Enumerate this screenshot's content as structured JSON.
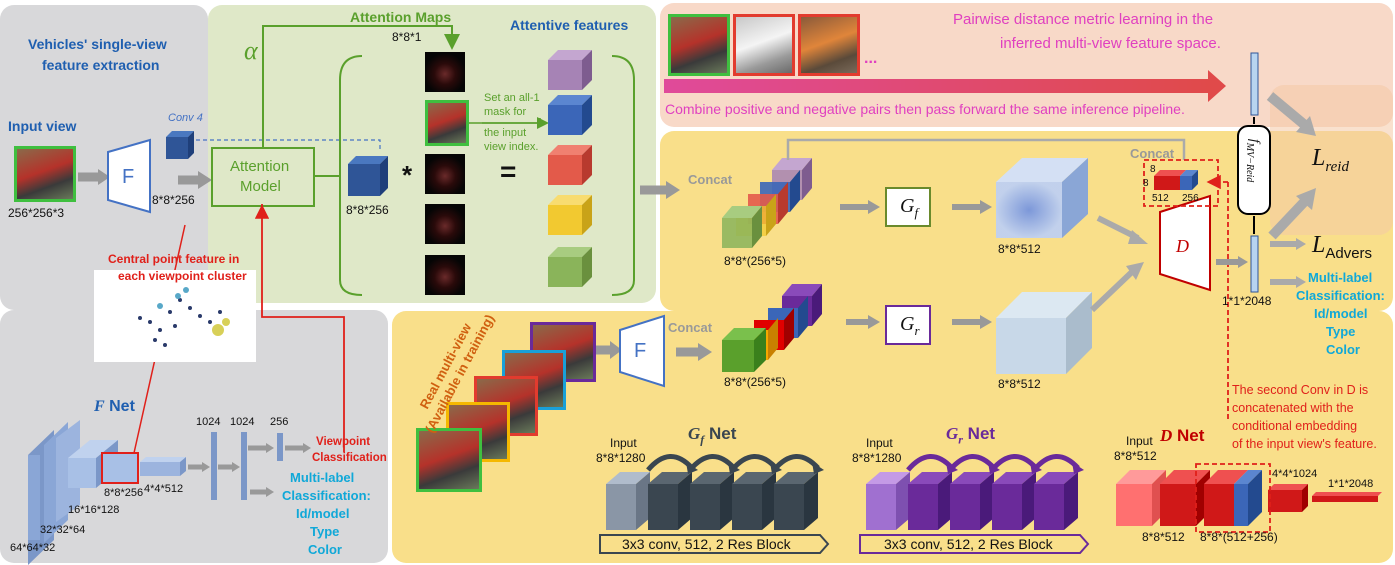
{
  "colors": {
    "grey_panel": "#d8d8da",
    "green_panel": "#dfe8c8",
    "yellow_panel": "#f9df8a",
    "pink_panel": "#f8d9c8",
    "pink_text": "#e040c0",
    "blue_text": "#1f5fb0",
    "green_text": "#5aa02c",
    "red_text": "#e0201a",
    "cyan_text": "#10a8d8",
    "purple_text": "#6a2a9a",
    "orange_text": "#d06010"
  },
  "left": {
    "title_line1": "Vehicles' single-view",
    "title_line2": "feature extraction",
    "input_view": "Input view",
    "input_size": "256*256*3",
    "f_label": "F",
    "conv4": "Conv 4",
    "feat_size": "8*8*256",
    "central_line1": "Central point feature in",
    "central_line2": "each viewpoint cluster"
  },
  "attention": {
    "maps_title": "Attention Maps",
    "maps_size": "8*8*1",
    "alpha": "α",
    "model_line1": "Attention",
    "model_line2": "Model",
    "cube_size": "8*8*256",
    "mult": "*",
    "equals": "=",
    "mask_note": [
      "Set an all-1",
      "mask for",
      "the input",
      "view index."
    ],
    "features_title": "Attentive features"
  },
  "pairwise": {
    "title_line1": "Pairwise distance metric learning in the",
    "title_line2": "inferred multi-view feature space.",
    "ellipsis": "...",
    "combine": "Combine positive and negative pairs then pass forward the same inference pipeline."
  },
  "middle": {
    "concat_top": "Concat",
    "concat_top_size": "8*8*(256*5)",
    "gf": "G",
    "gf_sub": "f",
    "gf_out_size": "8*8*512",
    "concat_right": "Concat",
    "d_label": "D",
    "d_num_8a": "8",
    "d_num_8b": "8",
    "d_num_512": "512",
    "d_num_256": "256",
    "mv_reid": "f",
    "mv_reid_sub": "MV−Reid",
    "out_size": "1*1*2048",
    "l_reid": "L",
    "l_reid_sub": "reid",
    "l_advers": "L",
    "l_advers_sub": "Advers",
    "mlc": [
      "Multi-label",
      "Classification:",
      "Id/model",
      "Type",
      "Color"
    ]
  },
  "realmv": {
    "label_line1": "Real multi-view",
    "label_line2": "(Available in training)",
    "f_label": "F",
    "concat": "Concat",
    "concat_size": "8*8*(256*5)",
    "gr": "G",
    "gr_sub": "r",
    "gr_out_size": "8*8*512",
    "note": [
      "The second Conv in D is",
      "concatenated with the",
      "conditional embedding",
      "of the input view's feature."
    ]
  },
  "fnet": {
    "title_f": "F",
    "title_net": " Net",
    "sizes": [
      "64*64*32",
      "32*32*64",
      "16*16*128",
      "8*8*256",
      "4*4*512"
    ],
    "fc": [
      "1024",
      "1024",
      "256"
    ],
    "viewpoint": [
      "Viewpoint",
      "Classification"
    ],
    "mlc": [
      "Multi-label",
      "Classification:",
      "Id/model",
      "Type",
      "Color"
    ]
  },
  "gfnet": {
    "title": "G",
    "title_sub": "f",
    "title_net": " Net",
    "input": "Input",
    "input_size": "8*8*1280",
    "banner": "3x3 conv, 512, 2 Res Block"
  },
  "grnet": {
    "title": "G",
    "title_sub": "r",
    "title_net": " Net",
    "input": "Input",
    "input_size": "8*8*1280",
    "banner": "3x3 conv, 512, 2 Res Block"
  },
  "dnet": {
    "title": "D",
    "title_net": " Net",
    "input": "Input",
    "input_size": "8*8*512",
    "size_a": "8*8*512",
    "size_b": "8*8*(512+256)",
    "size_c": "4*4*1024",
    "size_d": "1*1*2048"
  }
}
